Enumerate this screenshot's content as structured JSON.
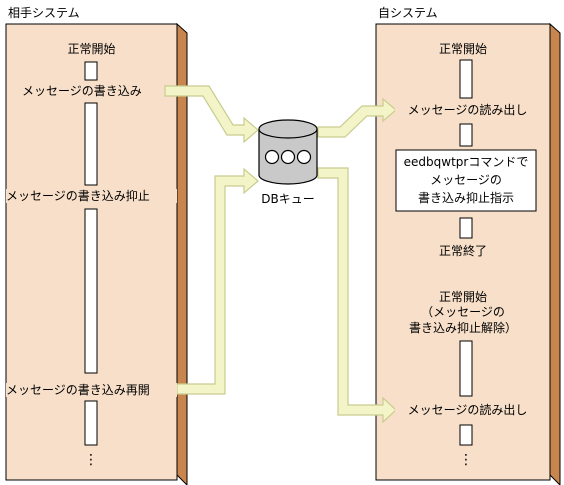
{
  "left_panel": {
    "title": "相手システム",
    "steps": {
      "start": "正常開始",
      "write": "メッセージの書き込み",
      "suppress": "メッセージの書き込み抑止",
      "resume": "メッセージの書き込み再開",
      "ellipsis": "⋮"
    }
  },
  "right_panel": {
    "title": "自システム",
    "steps": {
      "start": "正常開始",
      "read1": "メッセージの読み出し",
      "command_line1": "eedbqwtprコマンドで",
      "command_line2": "メッセージの",
      "command_line3": "書き込み抑止指示",
      "end": "正常終了",
      "restart_line1": "正常開始",
      "restart_line2": "（メッセージの",
      "restart_line3": "書き込み抑止解除）",
      "read2": "メッセージの読み出し",
      "ellipsis": "⋮"
    }
  },
  "queue": {
    "label": "DBキュー"
  },
  "colors": {
    "panel_fill": "#f7dfc9",
    "panel_shadow": "#c8864e",
    "arrow_fill": "#f3f5c8",
    "arrow_stroke": "#c9cc8e",
    "cylinder_fill": "#c9c9c9"
  }
}
